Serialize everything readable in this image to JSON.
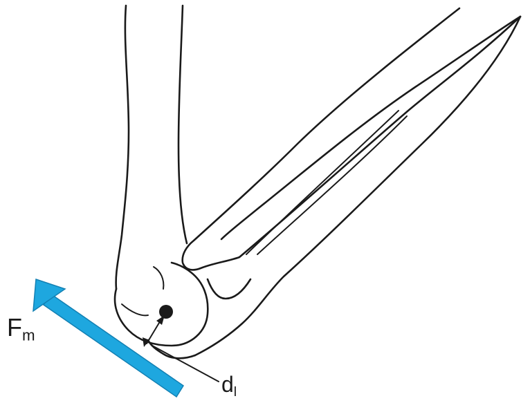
{
  "labels": {
    "muscle_force_main": "F",
    "muscle_force_sub": "m",
    "lever_arm_main": "d",
    "lever_arm_sub": "l"
  },
  "colors": {
    "force_arrow": "#1ea7df",
    "force_arrow_stroke": "#1380b3",
    "line_art": "#1a1a1a",
    "background": "#ffffff"
  }
}
